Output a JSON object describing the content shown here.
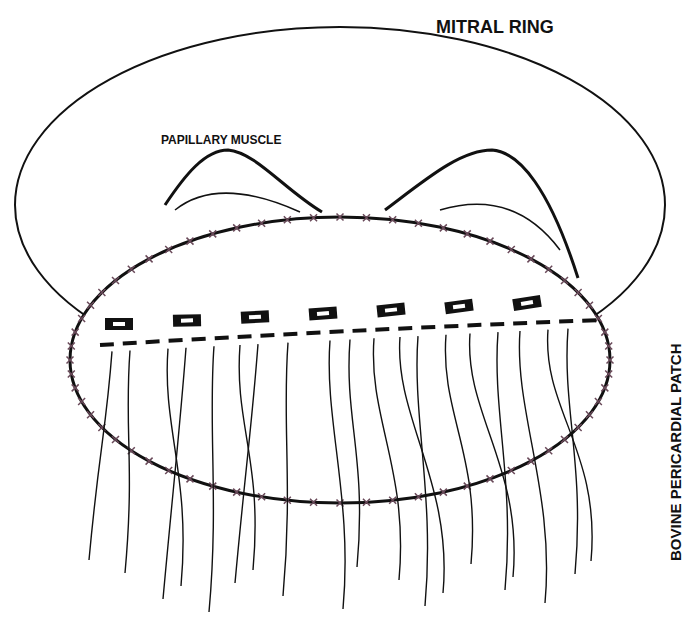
{
  "diagram": {
    "labels": [
      "MITRAL RING",
      "PAPILLARY MUSCLE",
      "BOVINE PERICARDIAL PATCH"
    ]
  }
}
